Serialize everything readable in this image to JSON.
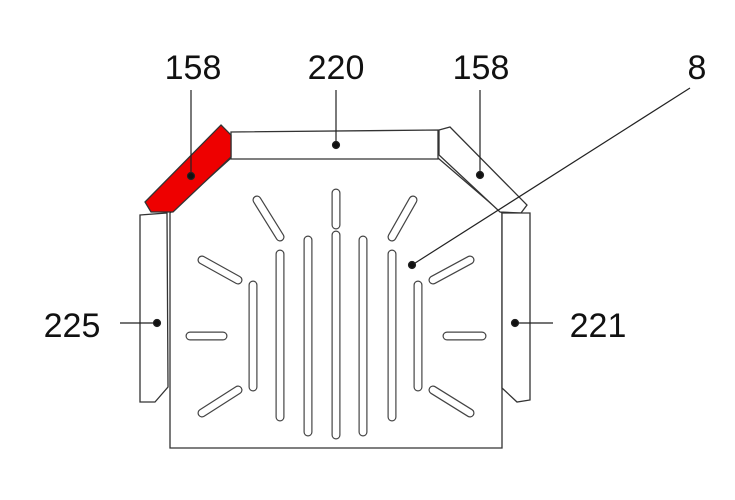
{
  "diagram": {
    "labels": {
      "part_158_left": "158",
      "part_220": "220",
      "part_158_right": "158",
      "part_8": "8",
      "part_225": "225",
      "part_221": "221"
    },
    "highlight_color": "#ee0000"
  }
}
